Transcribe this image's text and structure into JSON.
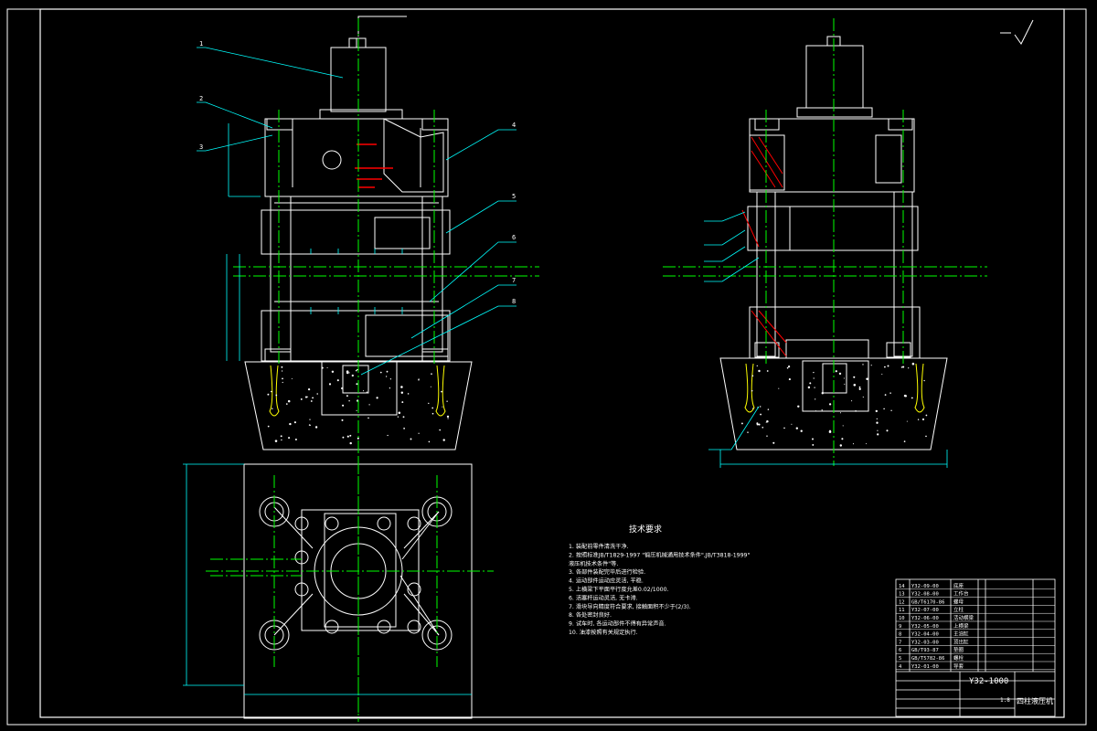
{
  "colors": {
    "background": "#000000",
    "frame": "#ffffff",
    "outline": "#ffffff",
    "dimension": "#00ffff",
    "centerline": "#00ff00",
    "highlight": "#ff0000",
    "hatch": "#ff00ff",
    "title_text": "#00ffff"
  },
  "drawing": {
    "callouts_front": [
      "1",
      "2",
      "3",
      "4",
      "5",
      "6",
      "7",
      "8"
    ],
    "surface_symbol": "",
    "tech_requirements_title": "技术要求",
    "tech_requirements": [
      "1. 装配前零件清洗干净.",
      "2. 按照标准JB/T1829-1997 \"锻压机械通用技术条件\",JB/T3818-1999\"",
      "   液压机技术条件\"等.",
      "3. 各部件装配完毕后进行检验.",
      "4. 运动部件运动应灵活, 平稳.",
      "5. 上横梁下平面平行度允差0.02/1000.",
      "6. 活塞杆运动灵活, 无卡滞.",
      "7. 滑块导向精度符合要求, 接触面积不少于(2/3).",
      "8. 各处密封良好.",
      "9. 试车时, 各运动部件不得有异常声音.",
      "10. 油漆按照有关规定执行."
    ],
    "title_block": {
      "model": "Y32-1000",
      "name": "四柱液压机",
      "scale": "1:8"
    },
    "parts_list": [
      {
        "no": "14",
        "code": "Y32-09-00",
        "name": "底座"
      },
      {
        "no": "13",
        "code": "Y32-08-00",
        "name": "工作台"
      },
      {
        "no": "12",
        "code": "GB/T6170-86",
        "name": "螺母"
      },
      {
        "no": "11",
        "code": "Y32-07-00",
        "name": "立柱"
      },
      {
        "no": "10",
        "code": "Y32-06-00",
        "name": "活动横梁"
      },
      {
        "no": "9",
        "code": "Y32-05-00",
        "name": "上横梁"
      },
      {
        "no": "8",
        "code": "Y32-04-00",
        "name": "主油缸"
      },
      {
        "no": "7",
        "code": "Y32-03-00",
        "name": "顶出缸"
      },
      {
        "no": "6",
        "code": "GB/T93-87",
        "name": "垫圈"
      },
      {
        "no": "5",
        "code": "GB/T5782-86",
        "name": "螺栓"
      },
      {
        "no": "4",
        "code": "Y32-01-00",
        "name": "导套"
      }
    ]
  }
}
